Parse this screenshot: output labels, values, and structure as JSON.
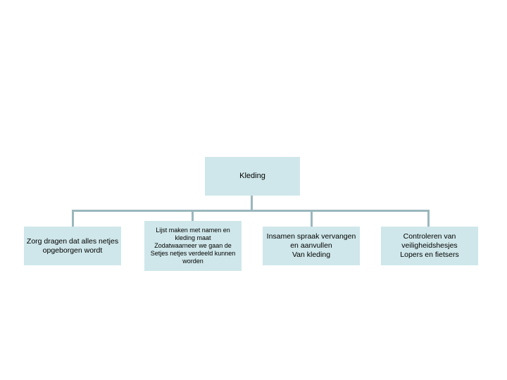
{
  "diagram": {
    "type": "org-chart",
    "colors": {
      "node_fill": "#cfe7ea",
      "connector": "#9ab7bd",
      "text": "#000000",
      "background": "#ffffff"
    },
    "root": {
      "label": "Kleding"
    },
    "children": [
      {
        "label": "Zorg dragen dat alles netjes\nopgeborgen wordt"
      },
      {
        "label": "Lijst maken met namen en\nkleding maat\nZodatwaarneer we gaan de\nSetjes netjes verdeeld kunnen\nworden"
      },
      {
        "label": "Insamen spraak vervangen\nen aanvullen\nVan kleding"
      },
      {
        "label": "Controleren van\nveiligheidshesjes\nLopers en fietsers"
      }
    ]
  }
}
